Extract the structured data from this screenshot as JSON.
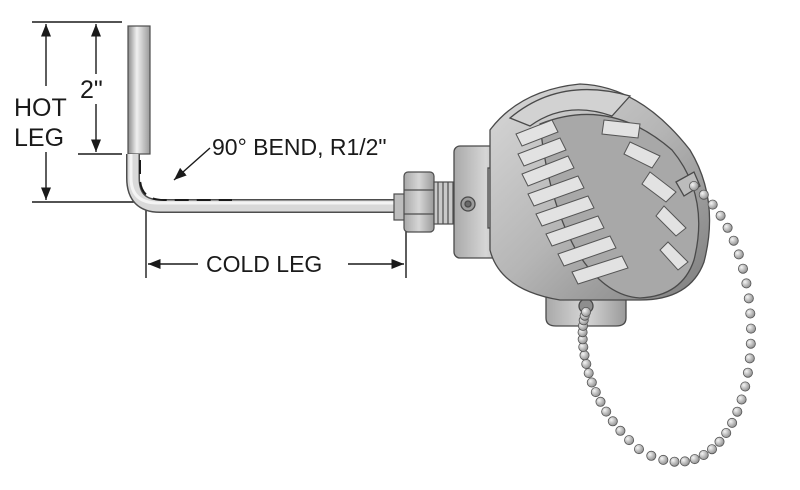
{
  "labels": {
    "hot_leg_line1": "HOT",
    "hot_leg_line2": "LEG",
    "dimension_2in": "2\"",
    "bend": "90° BEND, R1/2\"",
    "cold_leg": "COLD LEG"
  },
  "colors": {
    "line": "#1a1a1a",
    "metal_light": "#e6e6e6",
    "metal_mid": "#b3b3b3",
    "metal_dark": "#6e6e6e"
  },
  "chain": {
    "bead_count": 46
  }
}
